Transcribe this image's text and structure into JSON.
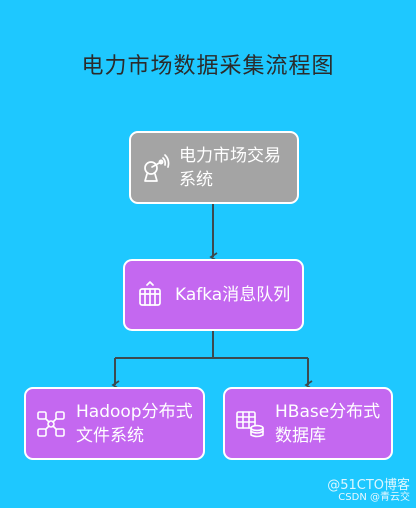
{
  "title": "电力市场数据采集流程图",
  "nodes": {
    "trading_system": {
      "label": "电力市场交易系统",
      "icon": "satellite-dish-icon"
    },
    "kafka_queue": {
      "label": "Kafka消息队列",
      "icon": "message-queue-icon"
    },
    "hadoop": {
      "label": "Hadoop分布式文件系统",
      "icon": "distributed-network-icon"
    },
    "hbase": {
      "label": "HBase分布式数据库",
      "icon": "database-table-icon"
    }
  },
  "edges": [
    {
      "from": "trading_system",
      "to": "kafka_queue"
    },
    {
      "from": "kafka_queue",
      "to": "hadoop"
    },
    {
      "from": "kafka_queue",
      "to": "hbase"
    }
  ],
  "colors": {
    "background": "#1ec8ff",
    "grey_node": "#a4a4a4",
    "purple_node": "#c468f0",
    "connector": "#3d4a4f"
  },
  "watermark": {
    "site": "@51CTO博客",
    "author": "CSDN @青云交"
  }
}
